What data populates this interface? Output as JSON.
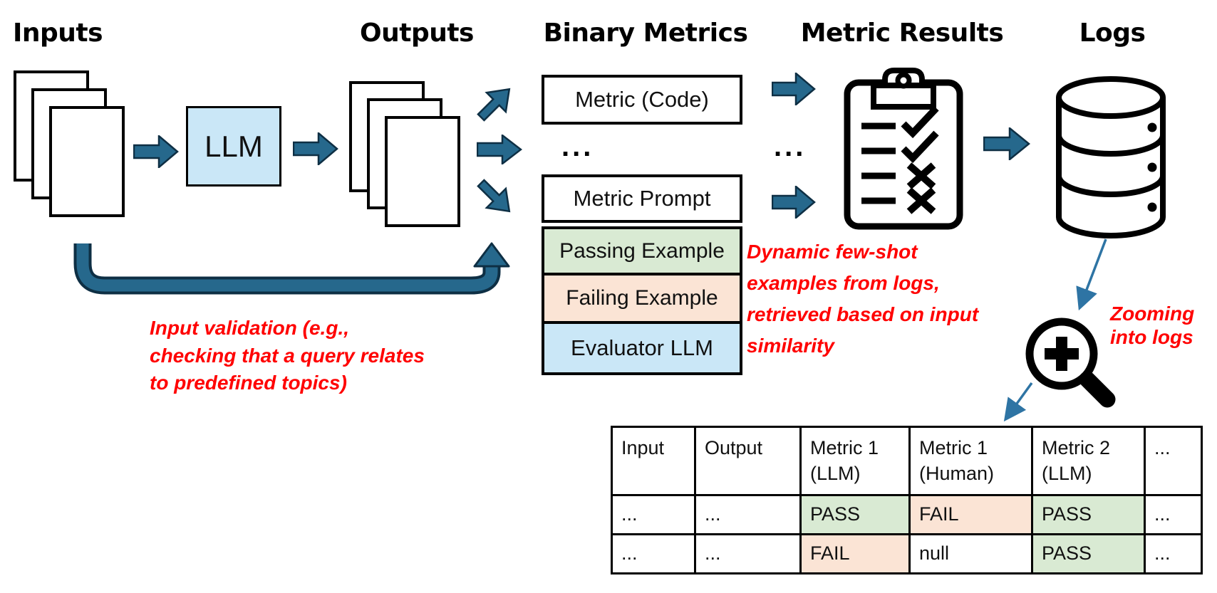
{
  "titles": {
    "inputs": "Inputs",
    "outputs": "Outputs",
    "binary_metrics": "Binary Metrics",
    "metric_results": "Metric Results",
    "logs": "Logs"
  },
  "boxes": {
    "llm": "LLM",
    "metric_code": "Metric (Code)",
    "metrics_ellipsis": "...",
    "metric_prompt": "Metric Prompt",
    "passing_example": "Passing Example",
    "failing_example": "Failing Example",
    "evaluator_llm": "Evaluator LLM",
    "results_ellipsis": "..."
  },
  "annotations": {
    "input_validation": "Input validation (e.g., checking that a query relates to predefined topics)",
    "dynamic_few_shot": "Dynamic few-shot examples from logs, retrieved based on input similarity",
    "zooming_into_logs": "Zooming into logs"
  },
  "icons": {
    "metric_results": "clipboard-checklist-icon",
    "logs": "database-icon",
    "zoom": "magnifying-glass-plus-icon",
    "flow": "block-arrow-icons"
  },
  "colors": {
    "arrow_fill": "#26688c",
    "arrow_border": "#0e2f44",
    "thin_arrow": "#2e74a4",
    "llm_blue": "#cae7f7",
    "pass_green": "#d9ead3",
    "fail_peach": "#fbe4d5",
    "annotation_red": "#ff0000",
    "line_black": "#000000"
  },
  "table": {
    "headers": [
      "Input",
      "Output",
      "Metric 1 (LLM)",
      "Metric 1 (Human)",
      "Metric 2 (LLM)",
      "..."
    ],
    "rows": [
      [
        "...",
        "...",
        "PASS",
        "FAIL",
        "PASS",
        "..."
      ],
      [
        "...",
        "...",
        "FAIL",
        "null",
        "PASS",
        "..."
      ]
    ]
  }
}
